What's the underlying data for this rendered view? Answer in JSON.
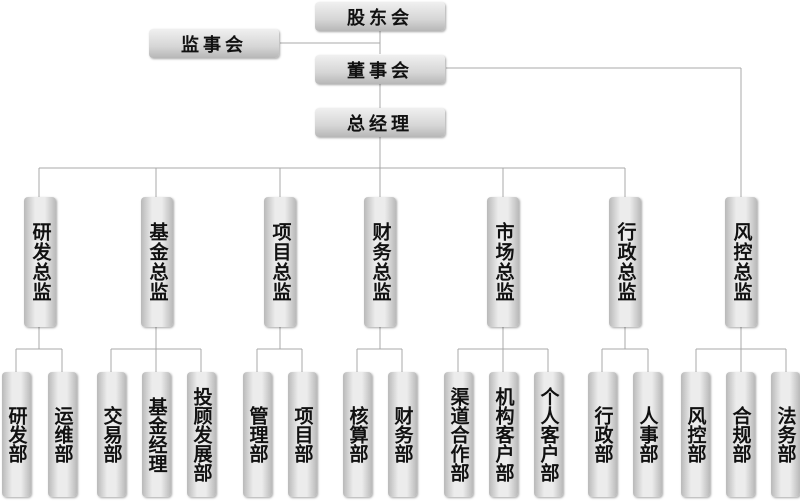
{
  "top": {
    "shareholders": "股东会",
    "supervisors": "监事会",
    "board": "董事会",
    "gm": "总经理"
  },
  "directors": [
    {
      "label": "研发总监",
      "departments": [
        "研发部",
        "运维部"
      ]
    },
    {
      "label": "基金总监",
      "departments": [
        "交易部",
        "基金经理",
        "投顾发展部"
      ]
    },
    {
      "label": "项目总监",
      "departments": [
        "管理部",
        "项目部"
      ]
    },
    {
      "label": "财务总监",
      "departments": [
        "核算部",
        "财务部"
      ]
    },
    {
      "label": "市场总监",
      "departments": [
        "渠道合作部",
        "机构客户部",
        "个人客户部"
      ]
    },
    {
      "label": "行政总监",
      "departments": [
        "行政部",
        "人事部"
      ]
    },
    {
      "label": "风控总监",
      "departments": [
        "风控部",
        "合规部",
        "法务部"
      ]
    }
  ],
  "colors": {
    "line": "#a8a8a8",
    "box_edge": "#b9b9b9",
    "box_mid": "#ececec"
  }
}
